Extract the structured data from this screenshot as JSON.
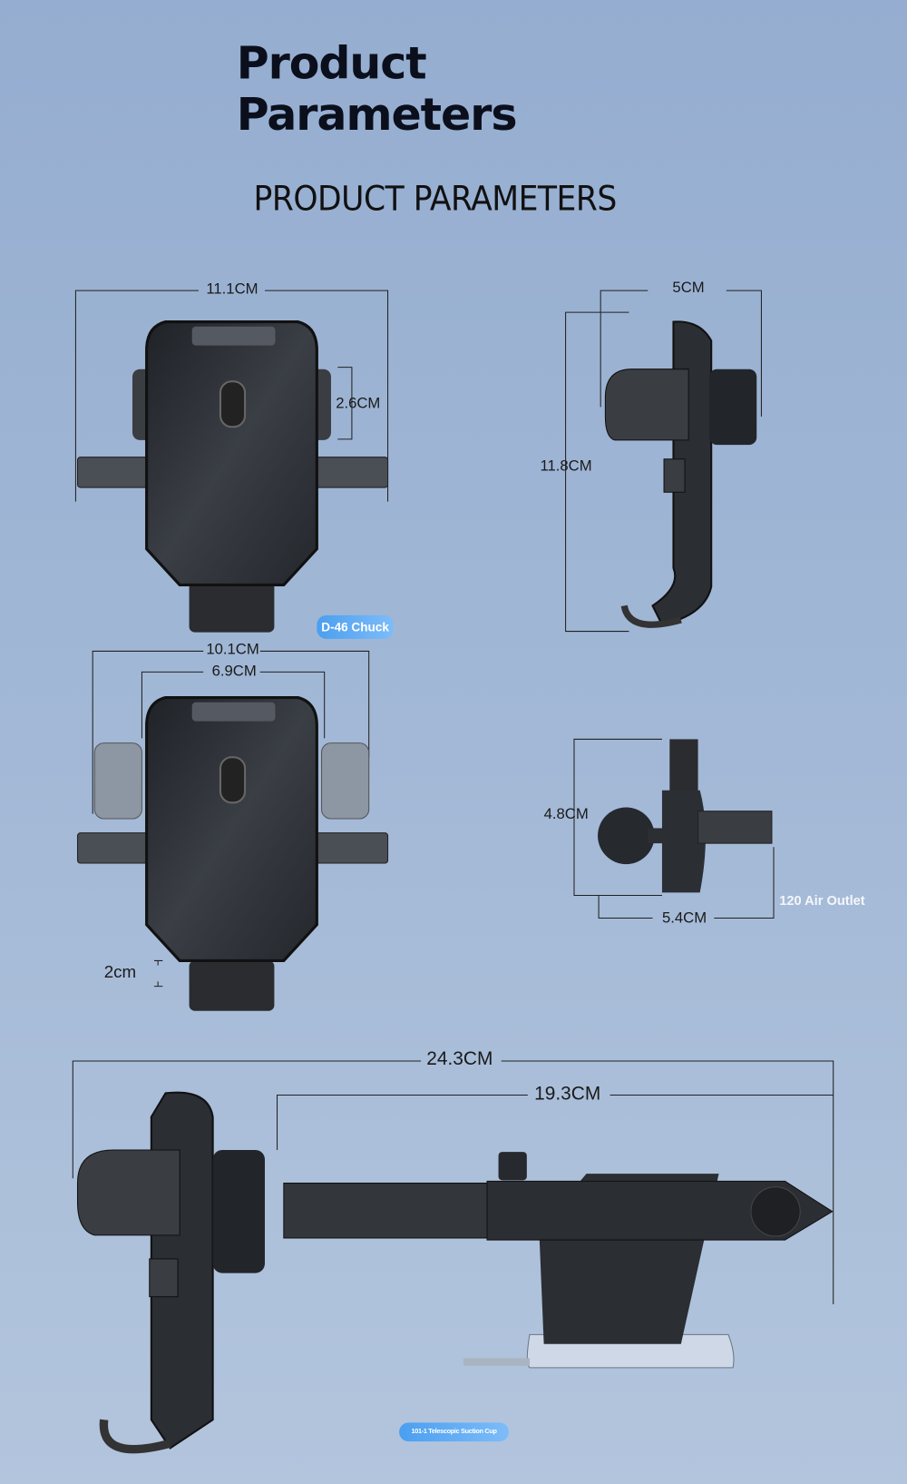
{
  "header": {
    "title_line1": "Product",
    "title_line2": "Parameters",
    "subtitle": "PRODUCT PARAMETERS"
  },
  "front_view_1": {
    "width": "11.1CM",
    "grip_height": "2.6CM",
    "badge": "D-46 Chuck"
  },
  "side_view_1": {
    "depth": "5CM",
    "height": "11.8CM"
  },
  "front_view_2": {
    "outer_width": "10.1CM",
    "inner_width": "6.9CM",
    "base_height": "2cm"
  },
  "vent_clip": {
    "height": "4.8CM",
    "width": "5.4CM",
    "label": "120 Air Outlet"
  },
  "suction_mount": {
    "total_length": "24.3CM",
    "arm_length": "19.3CM",
    "badge": "101-1 Telescopic Suction Cup"
  },
  "colors": {
    "badge": "#4b9ff0",
    "device": "#2b2e33",
    "background": "#a2b8d6"
  }
}
